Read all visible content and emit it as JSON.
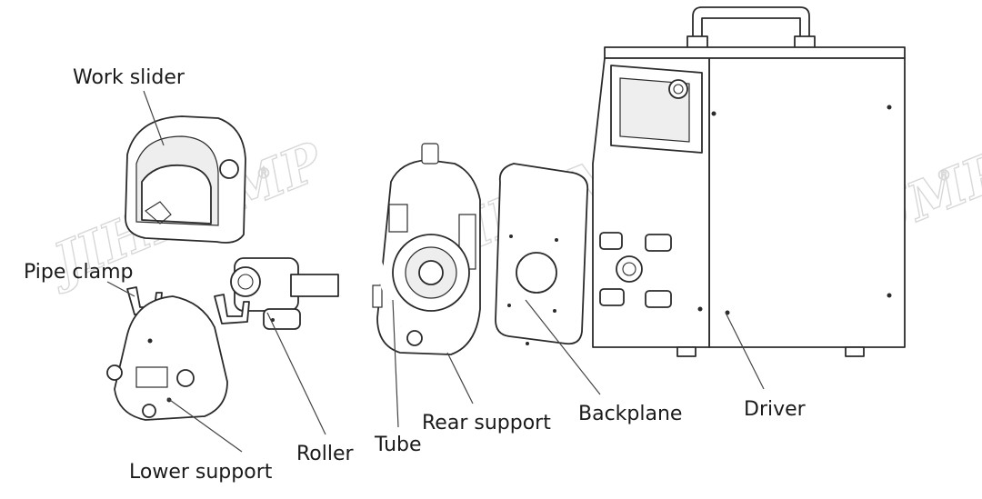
{
  "labels": {
    "work_slider": "Work slider",
    "pipe_clamp": "Pipe clamp",
    "lower_support": "Lower support",
    "roller": "Roller",
    "tube": "Tube",
    "rear_support": "Rear support",
    "backplane": "Backplane",
    "driver": "Driver"
  },
  "watermark": {
    "text": "JIHPUMP",
    "registered": "®"
  }
}
